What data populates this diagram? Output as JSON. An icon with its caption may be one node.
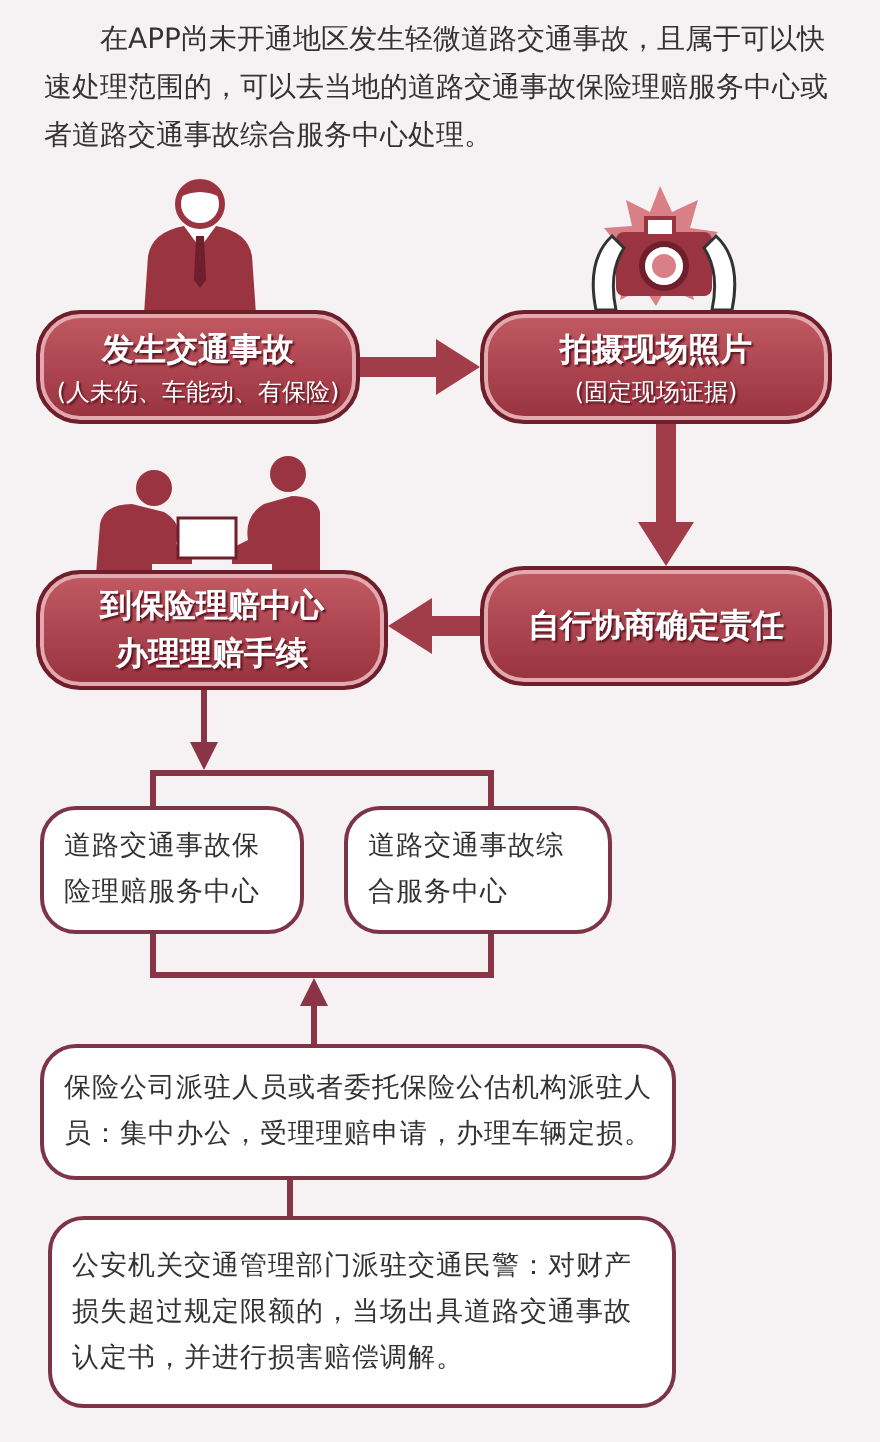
{
  "diagram": {
    "nodes": [
      {
        "text": [
          "发生交通事故",
          "(人未伤、车能动、有保险)"
        ]
      },
      {
        "text": [
          "拍摄现场照片",
          "(固定现场证据)"
        ]
      },
      {
        "text": [
          "自行协商确定责任"
        ]
      },
      {
        "text": [
          "到保险理赔中心办理理赔手续"
        ]
      },
      {
        "text": [],
        "shape": "bar"
      },
      {
        "text": [
          "道路交通事故保险理赔服务中心"
        ]
      },
      {
        "text": [
          "道路交通事故综合服务中心"
        ]
      },
      {
        "text": [],
        "shape": "bar"
      },
      {
        "text": [
          "保险公司派驻人员或者委托保险公估机构派驻人员：集中办公，受理理赔申请，办理车辆定损。"
        ]
      },
      {
        "text": [
          "公安机关交通管理部门派驻交通民警：对财产损失超过规定限额的，当场出具道路交通事故认定书，并进行损害赔偿调解。"
        ]
      }
    ],
    "edges": [
      {
        "from": 0,
        "to": 1,
        "arrow": "to",
        "style": "thick"
      },
      {
        "from": 1,
        "to": 2,
        "arrow": "to",
        "style": "thick"
      },
      {
        "from": 2,
        "to": 3,
        "arrow": "to",
        "style": "thick"
      },
      {
        "from": 3,
        "to": 4,
        "arrow": "to"
      },
      {
        "from": 4,
        "to": 5,
        "arrow": "none"
      },
      {
        "from": 4,
        "to": 6,
        "arrow": "none"
      },
      {
        "from": 7,
        "to": 5,
        "arrow": "none"
      },
      {
        "from": 7,
        "to": 6,
        "arrow": "none"
      },
      {
        "from": 8,
        "to": 7,
        "arrow": "to"
      },
      {
        "from": 9,
        "to": 8,
        "arrow": "none"
      }
    ],
    "labels": [
      "在APP尚未开通地区发生轻微道路交通事故，且属于可以快速处理范围的，可以去当地的道路交通事故保险理赔服务中心或者道路交通事故综合服务中心处理。"
    ]
  }
}
